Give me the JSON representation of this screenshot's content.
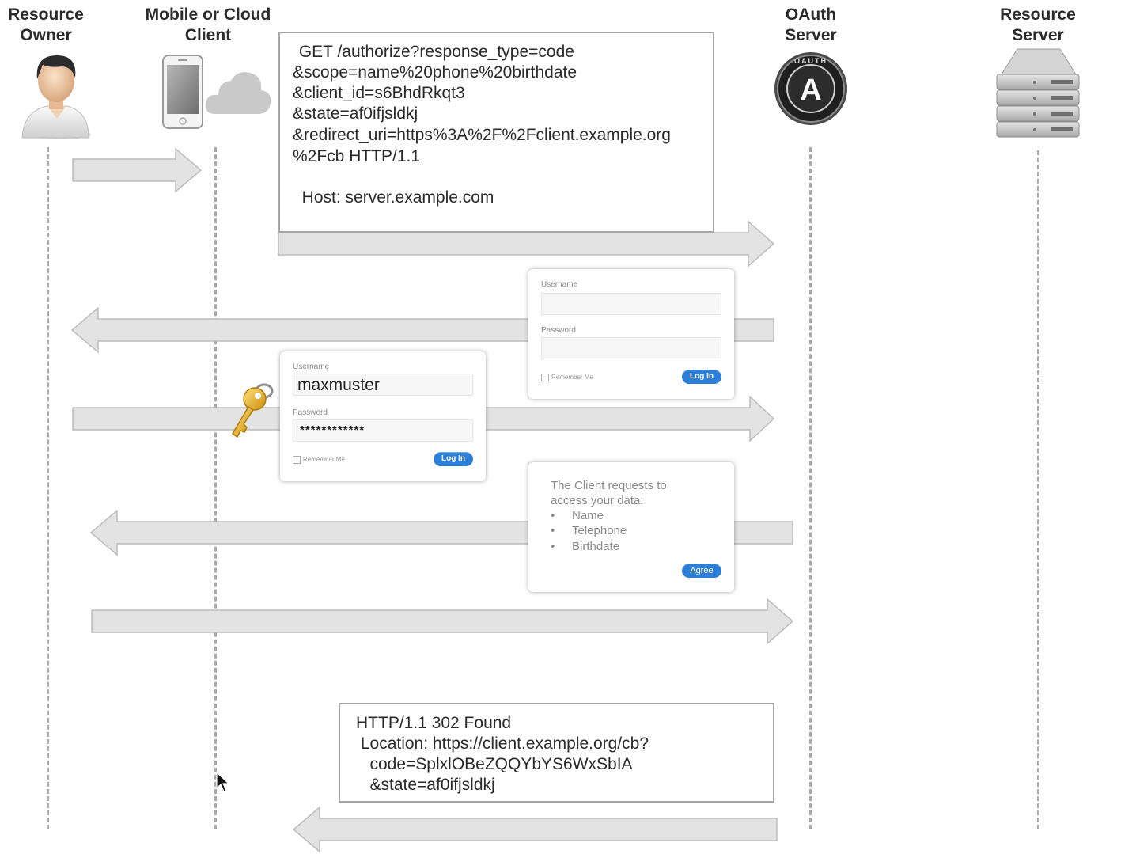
{
  "actors": {
    "resource_owner": "Resource\nOwner",
    "client": "Mobile or Cloud\nClient",
    "oauth_server": "OAuth\nServer",
    "resource_server": "Resource\nServer"
  },
  "oauth_badge": {
    "letter": "A",
    "ring_text": "OAUTH"
  },
  "auth_request": {
    "lines": [
      " GET /authorize?response_type=code",
      "&scope=name%20phone%20birthdate",
      "&client_id=s6BhdRkqt3",
      "&state=af0ifjsldkj",
      "&redirect_uri=https%3A%2F%2Fclient.example.org",
      "%2Fcb HTTP/1.1",
      "",
      "  Host: server.example.com"
    ]
  },
  "login_form_empty": {
    "username_label": "Username",
    "password_label": "Password",
    "remember_label": "Remember Me",
    "login_button": "Log In"
  },
  "login_form_filled": {
    "username_label": "Username",
    "username_value": "maxmuster",
    "password_label": "Password",
    "password_value": "************",
    "remember_label": "Remember Me",
    "login_button": "Log In"
  },
  "consent": {
    "text_line1": "The Client requests to",
    "text_line2": "access your data:",
    "items": [
      "Name",
      "Telephone",
      "Birthdate"
    ],
    "bullet": "•",
    "agree_button": "Agree"
  },
  "redirect_response": {
    "lines": [
      "HTTP/1.1 302 Found",
      " Location: https://client.example.org/cb?",
      "   code=SplxlOBeZQQYbYS6WxSbIA",
      "   &state=af0ifjsldkj"
    ]
  },
  "colors": {
    "arrow_fill": "#e3e3e3",
    "arrow_stroke": "#bcbcbc",
    "button_blue": "#2d7ed6",
    "key_gold": "#e8b52c"
  }
}
